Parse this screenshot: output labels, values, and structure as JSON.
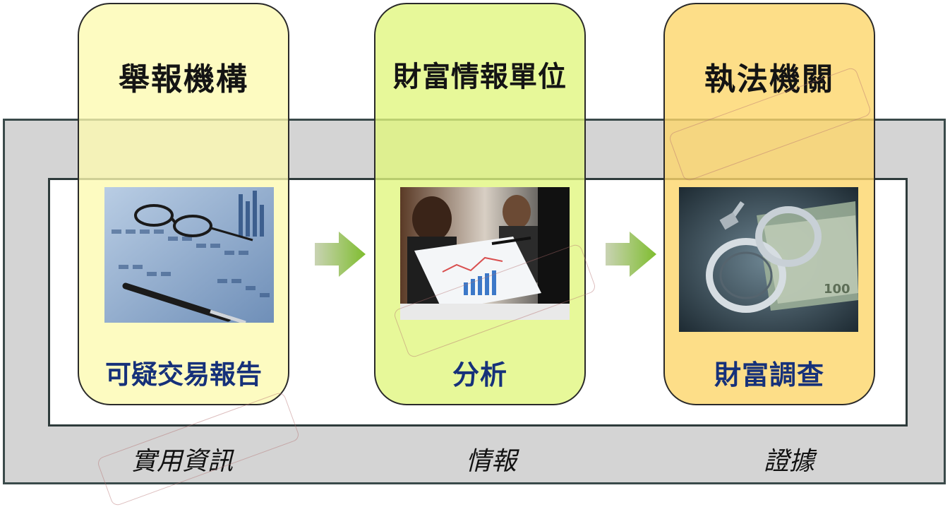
{
  "columns": [
    {
      "title": "舉報機構",
      "caption": "可疑交易報告",
      "image": "documents-glasses-pen-photo",
      "color": "#fcfab0"
    },
    {
      "title": "財富情報單位",
      "caption": "分析",
      "image": "business-meeting-charts-photo",
      "color": "#e0f67c"
    },
    {
      "title": "執法機關",
      "caption": "財富調查",
      "image": "handcuffs-on-money-photo",
      "color": "#fcd66a"
    }
  ],
  "band_labels": [
    "實用資訊",
    "情報",
    "證據"
  ],
  "arrow_icon": "right-arrow-icon",
  "colors": {
    "outer_band": "#d4d4d4",
    "frame_border": "#2e3b3b",
    "caption_text": "#16317a",
    "arrow": "#8cc63f"
  }
}
